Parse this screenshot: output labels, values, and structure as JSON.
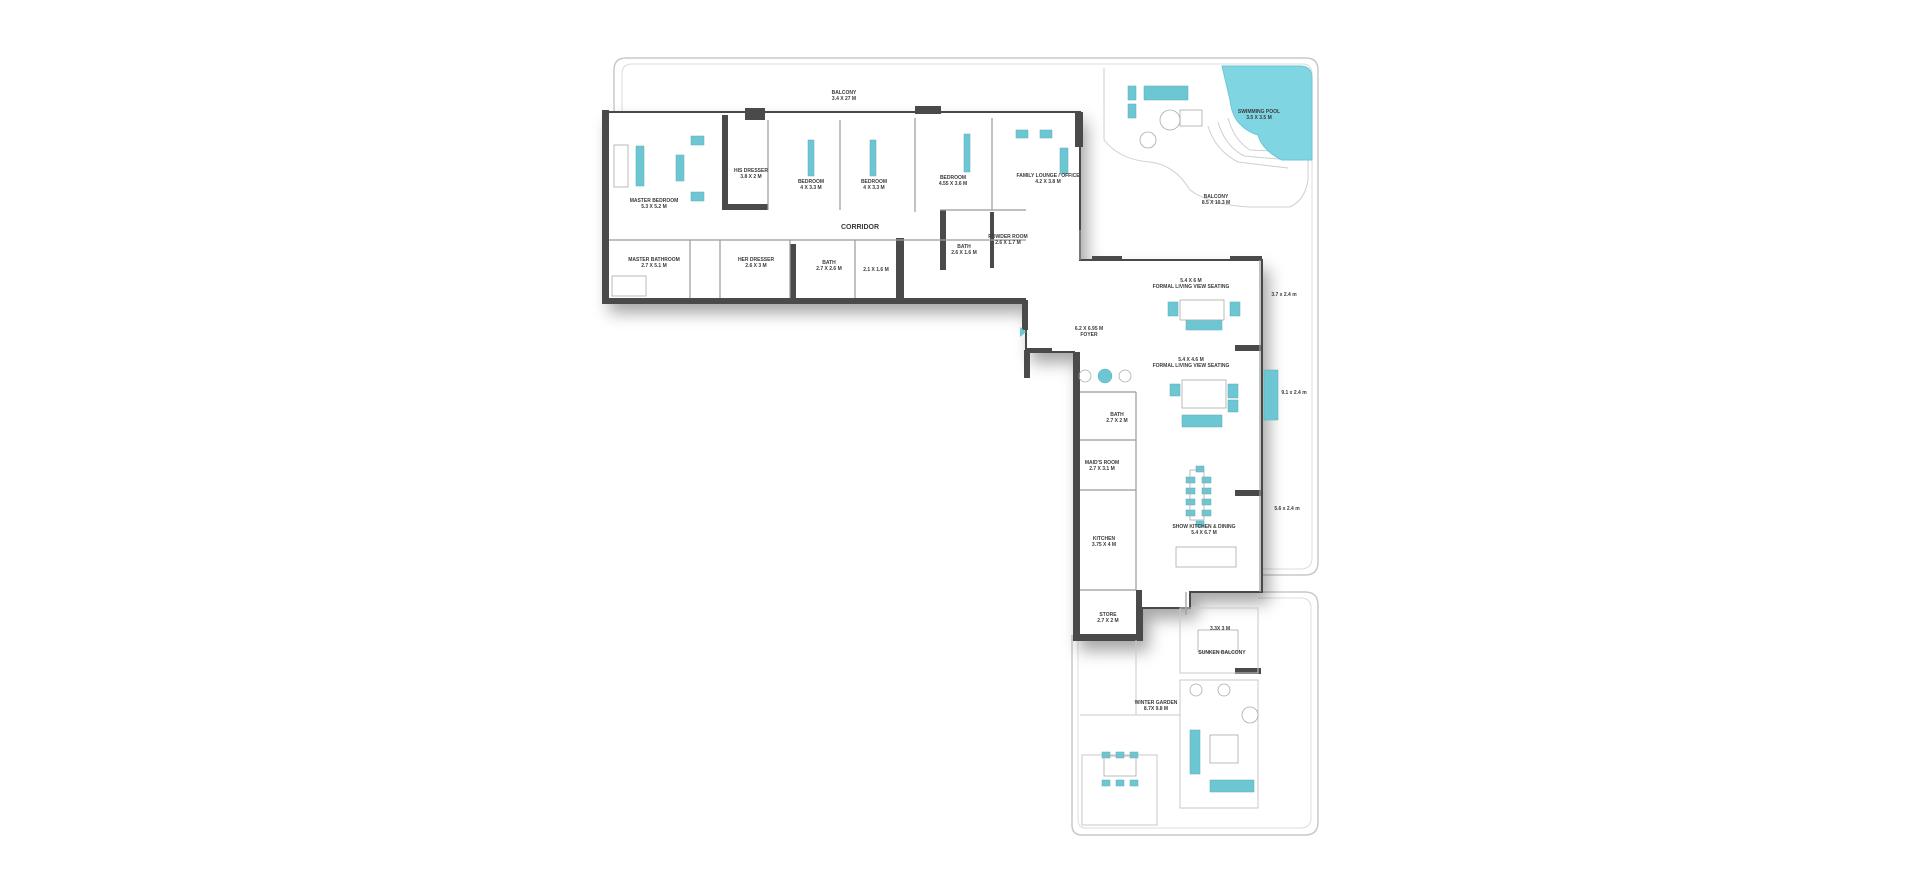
{
  "colors": {
    "wall": "#4a4a4a",
    "accent": "#6cc7d3",
    "pool": "#7fd6e2",
    "outline": "#c9c9c9",
    "floor": "#ffffff"
  },
  "rooms": {
    "balcony_top": {
      "name": "BALCONY",
      "dims": "3.4 X 27 M"
    },
    "his_dresser": {
      "name": "HIS DRESSER",
      "dims": "3.8 X 2 M"
    },
    "bedroom_1": {
      "name": "BEDROOM",
      "dims": "4 X 3.3 M"
    },
    "bedroom_2": {
      "name": "BEDROOM",
      "dims": "4 X 3.3 M"
    },
    "bedroom_3": {
      "name": "BEDROOM",
      "dims": "4.55 X 3.6 M"
    },
    "family_lounge": {
      "name": "FAMILY LOUNGE / OFFICE",
      "dims": "4.2 X 3.8 M"
    },
    "swimming_pool": {
      "name": "SWIMMING POOL",
      "dims": "3.5 X 3.5 M"
    },
    "balcony_right": {
      "name": "BALCONY",
      "dims": "8.5 X 10.3 M"
    },
    "master_bedroom": {
      "name": "MASTER BEDROOM",
      "dims": "5.3 X 5.2 M"
    },
    "corridor": {
      "name": "CORRIDOR"
    },
    "powder_room": {
      "name": "POWDER ROOM",
      "dims": "2.6 X 1.7 M"
    },
    "bath_small": {
      "name": "BATH",
      "dims": "2.6 X 1.6 M"
    },
    "master_bathroom": {
      "name": "MASTER BATHROOM",
      "dims": "2.7 X 5.1 M"
    },
    "her_dresser": {
      "name": "HER DRESSER",
      "dims": "2.6 X 3 M"
    },
    "bath_mid": {
      "name": "BATH",
      "dims": "2.7 X 2.6 M"
    },
    "bath_tiny": {
      "name": "2.1 X 1.6 M"
    },
    "formal_living_1": {
      "name": "FORMAL LIVING VIEW SEATING",
      "dims": "5.4 X 6 M"
    },
    "dim_37_24": {
      "name": "3.7 x 2.4 m"
    },
    "foyer": {
      "name": "FOYER",
      "dims": "6.2 X 6.95 M"
    },
    "formal_living_2": {
      "name": "FORMAL LIVING VIEW SEATING",
      "dims": "5.4 X 4.6 M"
    },
    "dim_91_24": {
      "name": "9.1 x 2.4 m"
    },
    "bath_maid": {
      "name": "BATH",
      "dims": "2.7 X 2 M"
    },
    "maids_room": {
      "name": "MAID'S ROOM",
      "dims": "2.7 X 3.1 M"
    },
    "dim_56_24": {
      "name": "5.6 x 2.4 m"
    },
    "show_kitchen": {
      "name": "SHOW KITCHEN & DINING",
      "dims": "5.4 X 6.7 M"
    },
    "kitchen": {
      "name": "KITCHEN",
      "dims": "3.75 X 4 M"
    },
    "store": {
      "name": "STORE",
      "dims": "2.7 X 2 M"
    },
    "dim_33_3": {
      "name": "3.3X 3 M"
    },
    "sunken_balcony": {
      "name": "SUNKEN BALCONY"
    },
    "winter_garden": {
      "name": "WINTER GARDEN",
      "dims": "8.7X 9.8 M"
    }
  }
}
